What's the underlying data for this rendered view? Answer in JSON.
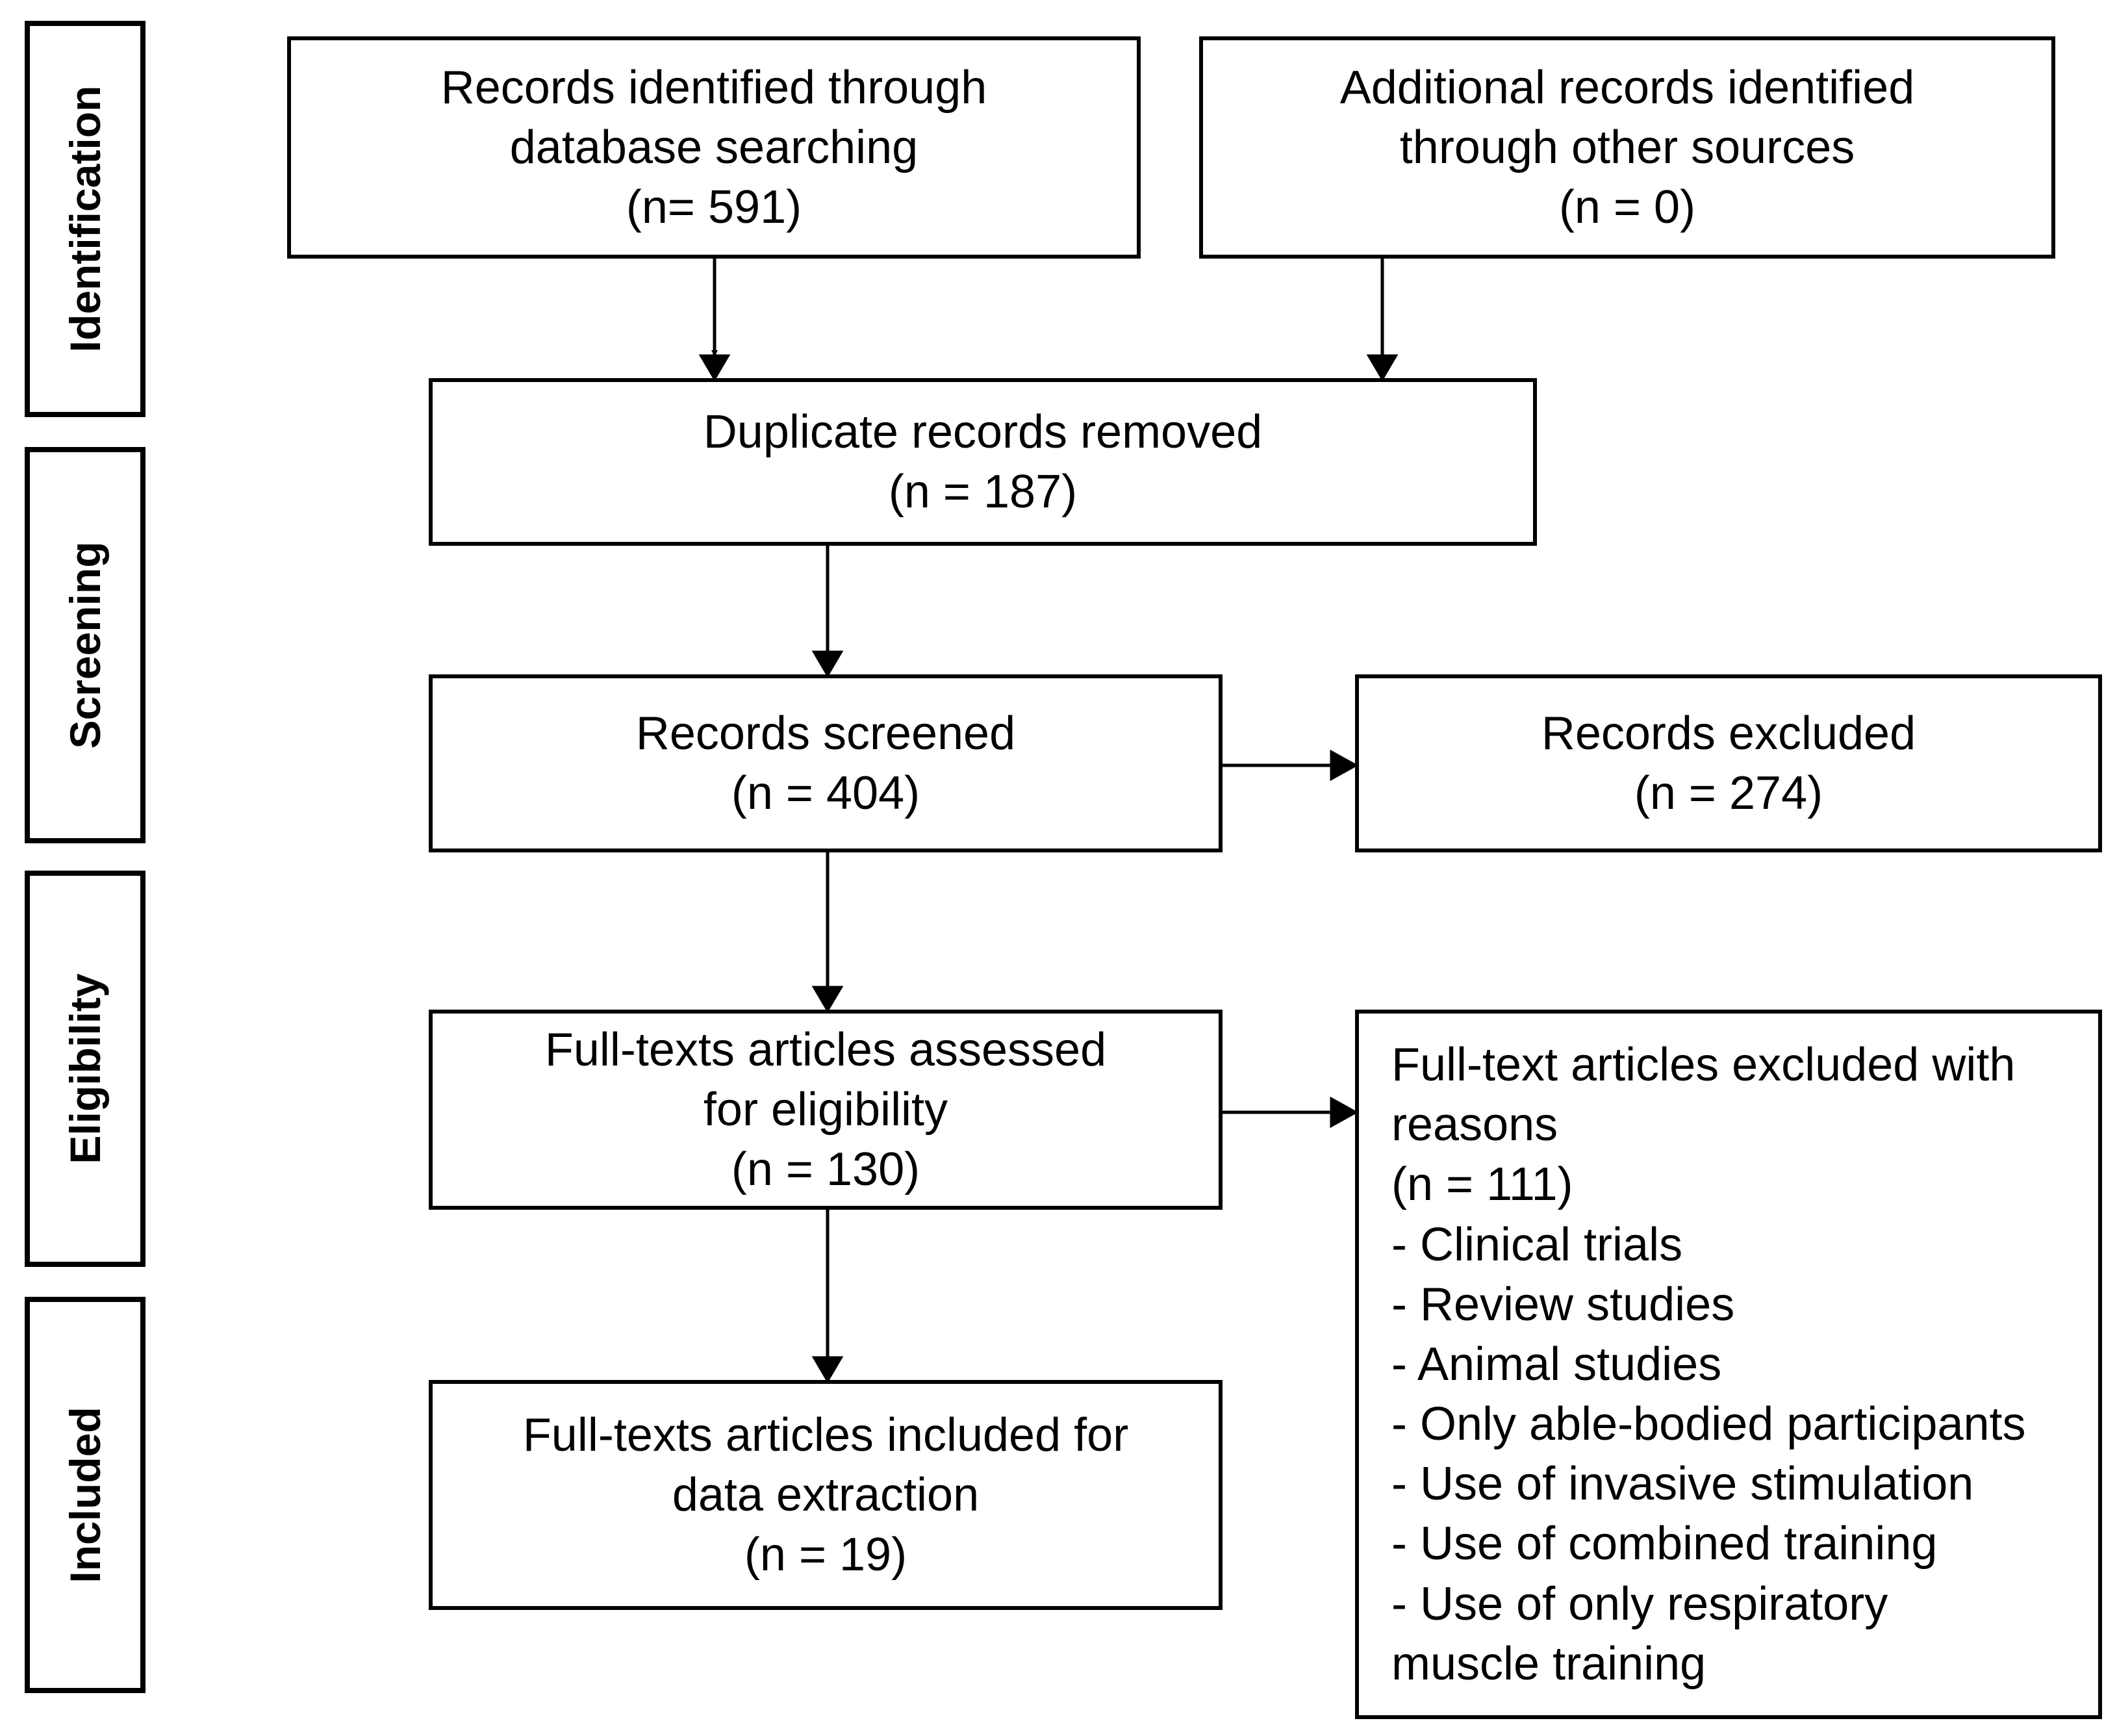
{
  "stages": {
    "identification": "Identification",
    "screening": "Screening",
    "eligibility": "Eligibility",
    "included": "Included"
  },
  "boxes": {
    "database_search": {
      "line1": "Records identified through",
      "line2": "database searching",
      "count": "(n= 591)"
    },
    "other_sources": {
      "line1": "Additional records identified",
      "line2": "through other sources",
      "count": "(n = 0)"
    },
    "duplicates_removed": {
      "line1": "Duplicate records removed",
      "count": "(n = 187)"
    },
    "records_screened": {
      "line1": "Records screened",
      "count": "(n = 404)"
    },
    "records_excluded": {
      "line1": "Records excluded",
      "count": "(n = 274)"
    },
    "fulltext_assessed": {
      "line1": "Full-texts articles assessed",
      "line2": "for eligibility",
      "count": "(n = 130)"
    },
    "fulltext_excluded": {
      "line1": "Full-text articles excluded with",
      "line2": "reasons",
      "count": "(n = 111)",
      "reasons": [
        "- Clinical trials",
        "- Review studies",
        "- Animal studies",
        "- Only able-bodied participants",
        "- Use of invasive stimulation",
        "- Use of combined training",
        "- Use of only respiratory",
        "muscle training"
      ]
    },
    "fulltext_included": {
      "line1": "Full-texts articles included for",
      "line2": "data extraction",
      "count": "(n = 19)"
    }
  }
}
